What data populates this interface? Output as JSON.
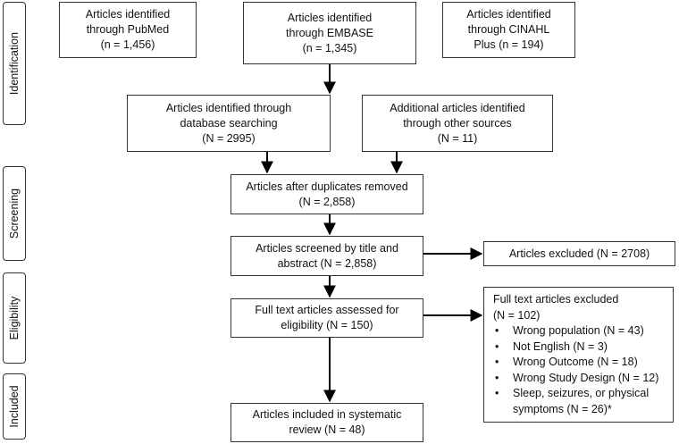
{
  "stages": {
    "identification": "Identification",
    "screening": "Screening",
    "eligibility": "Eligibility",
    "included": "Included"
  },
  "boxes": {
    "pubmed": [
      "Articles identified",
      "through PubMed",
      "(n = 1,456)"
    ],
    "embase": [
      "Articles identified",
      "through EMBASE",
      "(n = 1,345)"
    ],
    "cinahl": [
      "Articles identified",
      "through CINAHL",
      "Plus (n = 194)"
    ],
    "database": [
      "Articles identified through",
      "database searching",
      "(N = 2995)"
    ],
    "other": [
      "Additional articles identified",
      "through other sources",
      "(N = 11)"
    ],
    "duplicates": [
      "Articles after duplicates removed",
      "(N = 2,858)"
    ],
    "screened": [
      "Articles screened by title and",
      "abstract (N = 2,858)"
    ],
    "excluded": [
      "Articles excluded (N = 2708)"
    ],
    "fulltext": [
      "Full text articles assessed for",
      "eligibility (N = 150)"
    ],
    "included": [
      "Articles included in systematic",
      "review (N = 48)"
    ]
  },
  "fulltext_excluded": {
    "heading": [
      "Full text articles excluded",
      "(N = 102)"
    ],
    "reasons": [
      "Wrong population (N = 43)",
      "Not English (N = 3)",
      "Wrong Outcome (N = 18)",
      "Wrong Study Design (N = 12)",
      "Sleep, seizures, or physical",
      "symptoms (N = 26)*"
    ]
  }
}
